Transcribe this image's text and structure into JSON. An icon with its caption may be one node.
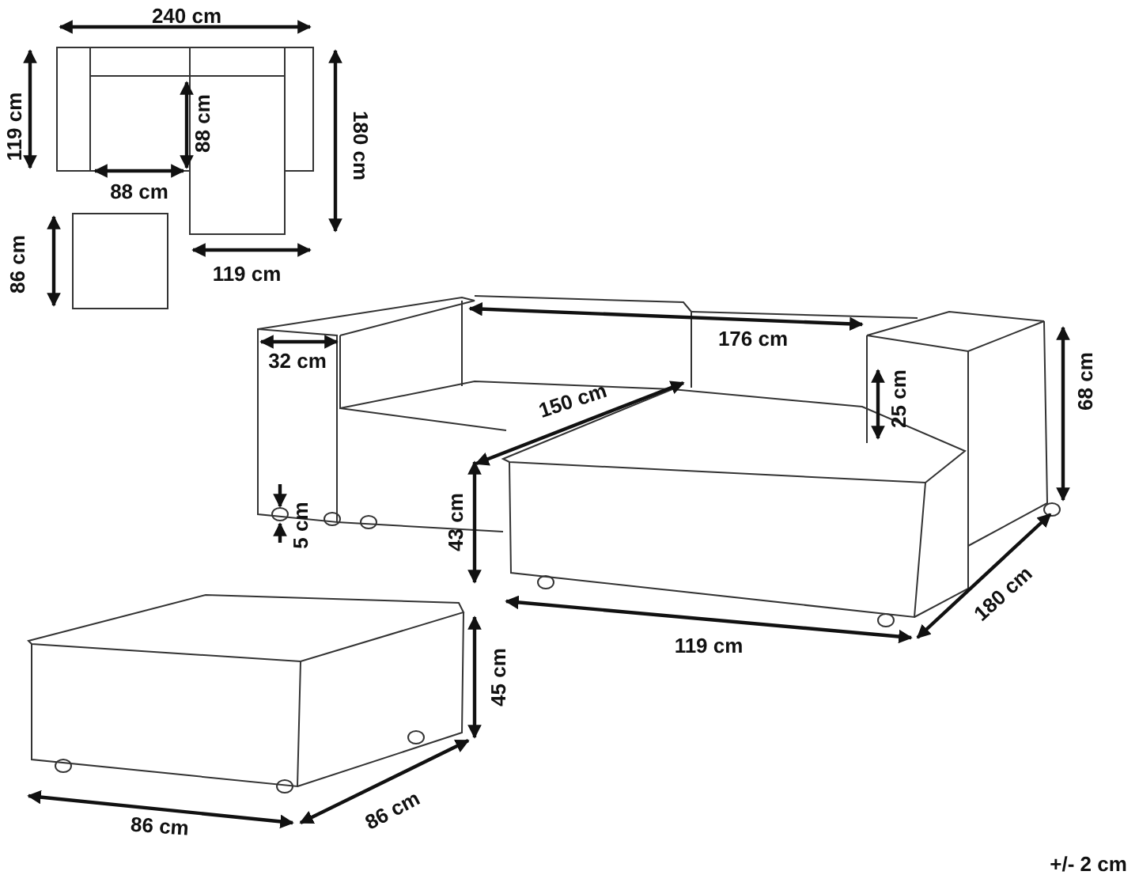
{
  "diagram": {
    "labels": [
      "240 cm",
      "119 cm",
      "88 cm",
      "180 cm",
      "88 cm",
      "86 cm",
      "119 cm",
      "176 cm",
      "32 cm",
      "150 cm",
      "25 cm",
      "68 cm",
      "5 cm",
      "43 cm",
      "119 cm",
      "180 cm",
      "45 cm",
      "86 cm",
      "86 cm",
      "+/- 2 cm"
    ]
  }
}
